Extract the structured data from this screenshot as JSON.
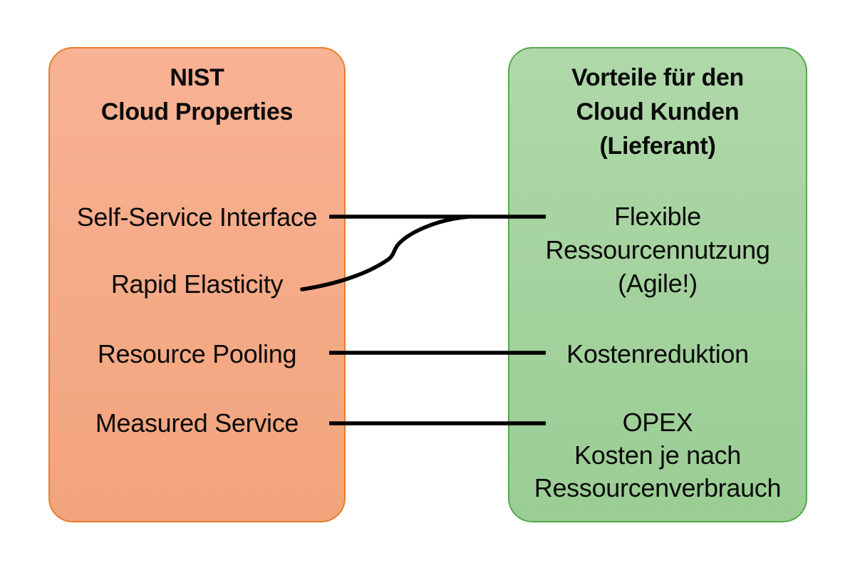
{
  "diagram_type": "mapping-diagram",
  "left_box": {
    "title_lines": [
      "NIST",
      "Cloud Properties"
    ],
    "items": [
      {
        "label": "Self-Service Interface"
      },
      {
        "label": "Rapid Elasticity"
      },
      {
        "label": "Resource Pooling"
      },
      {
        "label": "Measured Service"
      }
    ]
  },
  "right_box": {
    "title_lines": [
      "Vorteile für den",
      "Cloud Kunden",
      "(Lieferant)"
    ],
    "items": [
      {
        "lines": [
          "Flexible",
          "Ressourcennutzung",
          "(Agile!)"
        ]
      },
      {
        "lines": [
          "Kostenreduktion"
        ]
      },
      {
        "lines": [
          "OPEX",
          "Kosten je nach",
          "Ressourcenverbrauch"
        ]
      }
    ]
  },
  "connections": [
    {
      "from": "Self-Service Interface",
      "to": "Flexible Ressourcennutzung (Agile!)",
      "style": "straight-arrow"
    },
    {
      "from": "Rapid Elasticity",
      "to": "Flexible Ressourcennutzung (Agile!)",
      "style": "s-curve-merging-into-arrow-above"
    },
    {
      "from": "Resource Pooling",
      "to": "Kostenreduktion",
      "style": "straight-arrow"
    },
    {
      "from": "Measured Service",
      "to": "OPEX Kosten je nach Ressourcenverbrauch",
      "style": "straight-arrow"
    }
  ],
  "colors": {
    "orange_fill_light": "#F8B294",
    "orange_fill_dark": "#F2A47C",
    "orange_border": "#E87E2B",
    "green_fill_light": "#AFD8A9",
    "green_fill_dark": "#9ACD94",
    "green_border": "#55A94D",
    "arrow": "#000000",
    "text": "#0a0a0a",
    "background": "#ffffff"
  }
}
